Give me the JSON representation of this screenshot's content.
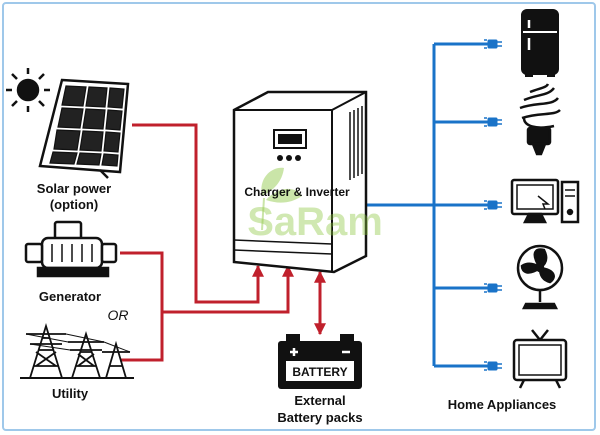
{
  "labels": {
    "solar_power": "Solar power",
    "solar_option": "(option)",
    "generator": "Generator",
    "or": "OR",
    "utility": "Utility",
    "charger_inverter": "Charger & Inverter",
    "battery": "BATTERY",
    "external_line1": "External",
    "external_line2": "Battery packs",
    "home_appliances": "Home Appliances"
  },
  "watermark": "SaRam",
  "icons": [
    "sun-icon",
    "solar-panel-icon",
    "generator-icon",
    "power-tower-icon",
    "refrigerator-icon",
    "cfl-bulb-icon",
    "computer-icon",
    "fan-icon",
    "tv-icon",
    "plug-icon",
    "battery-icon"
  ],
  "colors": {
    "input_wire": "#c0202c",
    "output_wire": "#1a73c8",
    "frame": "#9fc8ea",
    "watermark": "#8cc63f"
  }
}
